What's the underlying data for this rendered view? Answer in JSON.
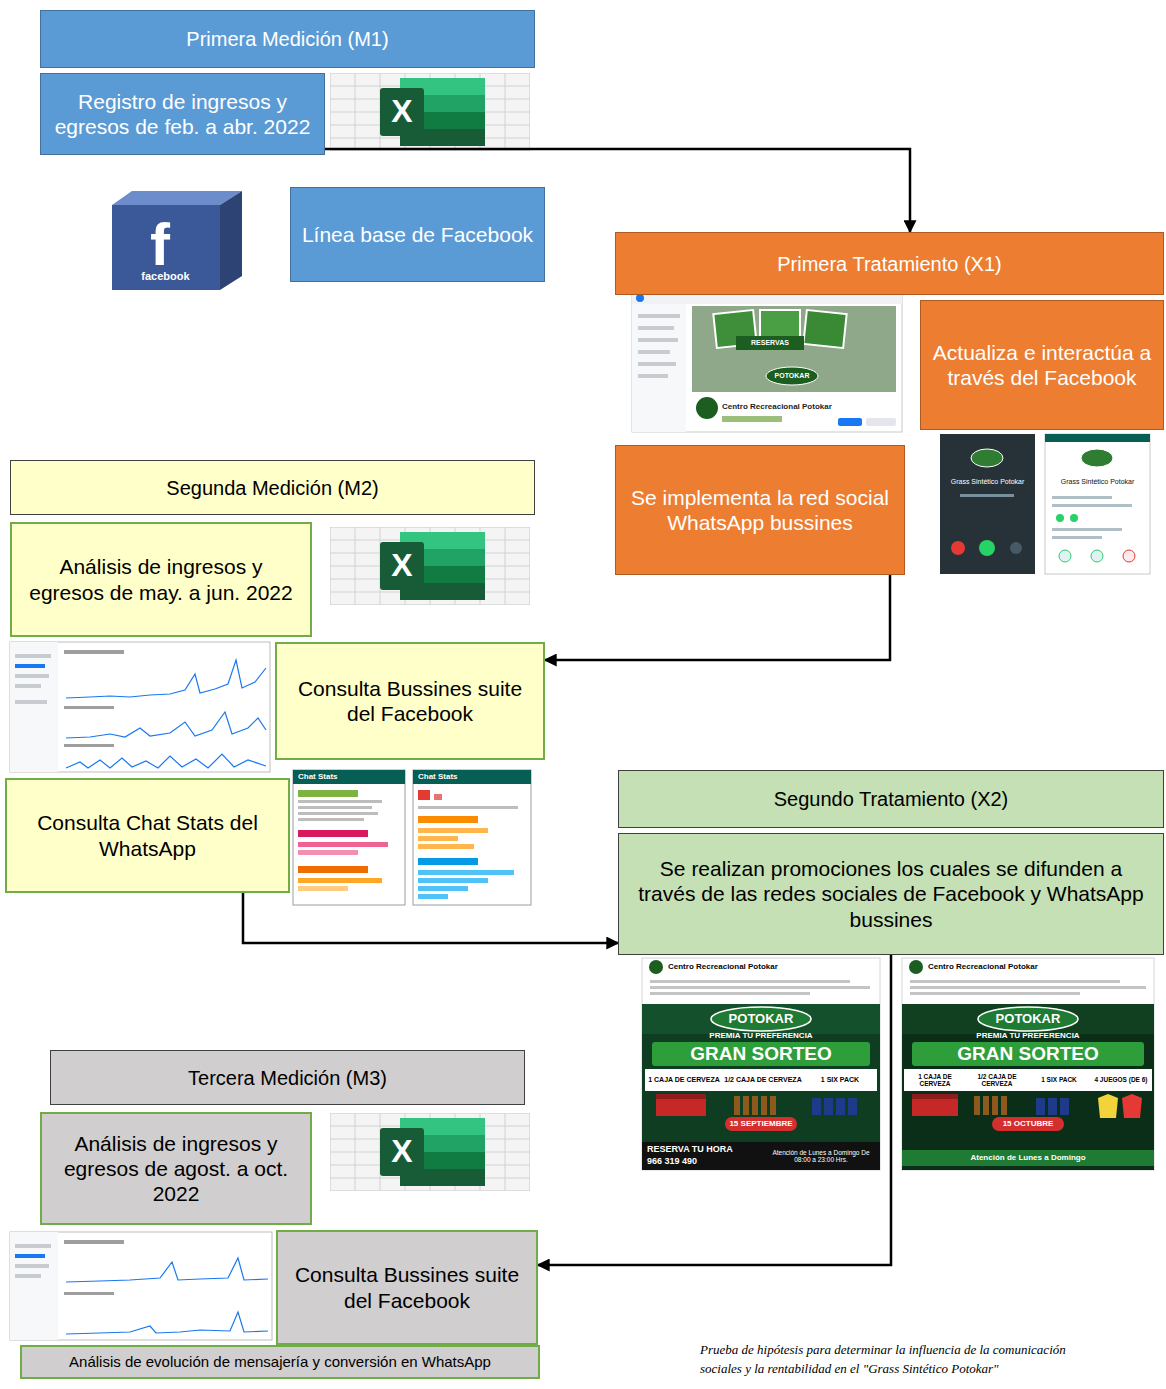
{
  "diagram": {
    "nodes": [
      {
        "text": [
          "Primera Medición (M1)"
        ]
      },
      {
        "text": [
          "Registro de ingresos y egresos de feb. a abr. 2022"
        ]
      },
      {
        "text": [
          "Línea base de Facebook"
        ]
      },
      {
        "text": [
          "Primera Tratamiento (X1)"
        ]
      },
      {
        "text": [
          "Actualiza e interactúa a través del Facebook"
        ]
      },
      {
        "text": [
          "Se implementa la red social WhatsApp bussines"
        ]
      },
      {
        "text": [
          "Segunda Medición (M2)"
        ]
      },
      {
        "text": [
          "Análisis de ingresos y egresos de may. a jun. 2022"
        ]
      },
      {
        "text": [
          "Consulta Bussines suite del Facebook"
        ]
      },
      {
        "text": [
          "Consulta Chat Stats del WhatsApp"
        ]
      },
      {
        "text": [
          "Segundo Tratamiento (X2)"
        ]
      },
      {
        "text": [
          "Se realizan promociones los cuales se difunden a través de las redes sociales de Facebook y WhatsApp bussines"
        ]
      },
      {
        "text": [
          "Tercera Medición (M3)"
        ]
      },
      {
        "text": [
          "Análisis de ingresos y egresos de agost. a oct. 2022"
        ]
      },
      {
        "text": [
          "Consulta Bussines suite del Facebook"
        ]
      },
      {
        "text": [
          "Análisis de evolución de mensajería y conversión en WhatsApp"
        ]
      }
    ],
    "edges": [
      {
        "from": 1,
        "to": 3,
        "arrow": "to"
      },
      {
        "from": 5,
        "to": 8,
        "arrow": "to"
      },
      {
        "from": 9,
        "to": 11,
        "arrow": "to"
      },
      {
        "from": 11,
        "to": 14,
        "arrow": "to"
      }
    ],
    "labels": [
      "X",
      "f",
      "facebook",
      "RESERVAS",
      "POTOKAR",
      "Centro Recreacional Potokar",
      "Grass Sintético Potokar",
      "Grass Sintético Potokar",
      "X",
      "Chat Stats",
      "Chat Stats",
      "Centro Recreacional Potokar",
      "POTOKAR",
      "PREMIA TU PREFERENCIA",
      "GRAN SORTEO",
      "1 CAJA DE CERVEZA",
      "1/2 CAJA DE CERVEZA",
      "1 SIX PACK",
      "15 SEPTIEMBRE",
      "RESERVA TU HORA",
      "966 319 490",
      "Atención de Lunes a Domingo De 08:00 a 23:00 Hrs.",
      "Centro Recreacional Potokar",
      "POTOKAR",
      "PREMIA TU PREFERENCIA",
      "GRAN SORTEO",
      "1 CAJA DE CERVEZA",
      "1/2 CAJA DE CERVEZA",
      "1 SIX PACK",
      "4 JUEGOS (DE 6)",
      "15 OCTUBRE",
      "Atención de Lunes a Domingo",
      "X",
      "Prueba de hipótesis para determinar la influencia de la comunicación",
      "sociales y la rentabilidad en el \"Grass Sintético Potokar\""
    ]
  }
}
